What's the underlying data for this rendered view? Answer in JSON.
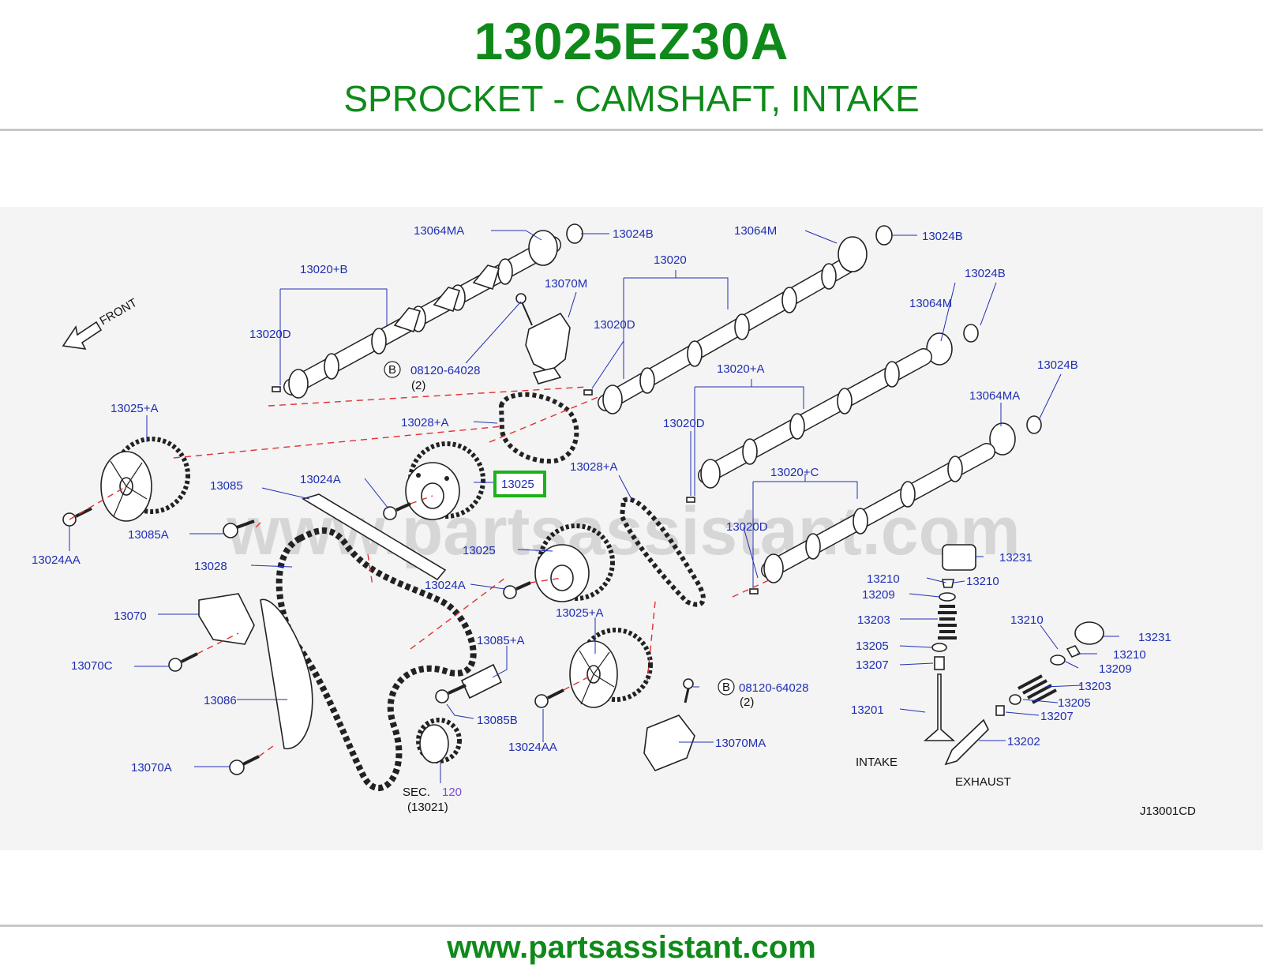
{
  "header": {
    "part_number": "13025EZ30A",
    "part_name": "SPROCKET - CAMSHAFT, INTAKE"
  },
  "diagram": {
    "watermark": "www.partsassistant.com",
    "front_label": "FRONT",
    "highlight_color": "#1db11d",
    "labels": {
      "l_13064MA_a": "13064MA",
      "l_13024B_a": "13024B",
      "l_13064M_a": "13064M",
      "l_13024B_b": "13024B",
      "l_13020B": "13020+B",
      "l_13020": "13020",
      "l_13070M": "13070M",
      "l_13024B_c": "13024B",
      "l_13064M_b": "13064M",
      "l_13020D_a": "13020D",
      "l_13020D_b": "13020D",
      "l_B_08120_a": "08120-64028",
      "l_qty2_a": "(2)",
      "l_13020A": "13020+A",
      "l_13024B_d": "13024B",
      "l_13064MA_b": "13064MA",
      "l_13025A_a": "13025+A",
      "l_13028A_a": "13028+A",
      "l_13020D_c": "13020D",
      "l_13028A_b": "13028+A",
      "l_13020C": "13020+C",
      "l_13085": "13085",
      "l_13024A_a": "13024A",
      "l_13025_hl": "13025",
      "l_13020D_d": "13020D",
      "l_13085A": "13085A",
      "l_13025_b": "13025",
      "l_13231_a": "13231",
      "l_13024AA_a": "13024AA",
      "l_13028": "13028",
      "l_13210_a": "13210",
      "l_13210_b": "13210",
      "l_13024A_b": "13024A",
      "l_13209_a": "13209",
      "l_13070": "13070",
      "l_13025A_b": "13025+A",
      "l_13203_a": "13203",
      "l_13210_c": "13210",
      "l_13231_b": "13231",
      "l_13085A_plus": "13085+A",
      "l_13205_a": "13205",
      "l_13210_d": "13210",
      "l_13070C": "13070C",
      "l_13207_a": "13207",
      "l_13209_b": "13209",
      "l_B_08120_b": "08120-64028",
      "l_13203_b": "13203",
      "l_qty2_b": "(2)",
      "l_13086": "13086",
      "l_13205_b": "13205",
      "l_13085B": "13085B",
      "l_13201": "13201",
      "l_13207_b": "13207",
      "l_13024AA_b": "13024AA",
      "l_13070MA": "13070MA",
      "l_13202": "13202",
      "l_13070A": "13070A",
      "l_intake": "INTAKE",
      "l_exhaust": "EXHAUST",
      "l_sec": "SEC.",
      "l_sec_num": "120",
      "l_13021": "(13021)",
      "l_code": "J13001CD",
      "b_symbol_a": "B",
      "b_symbol_b": "B"
    }
  },
  "footer": {
    "url": "www.partsassistant.com"
  }
}
